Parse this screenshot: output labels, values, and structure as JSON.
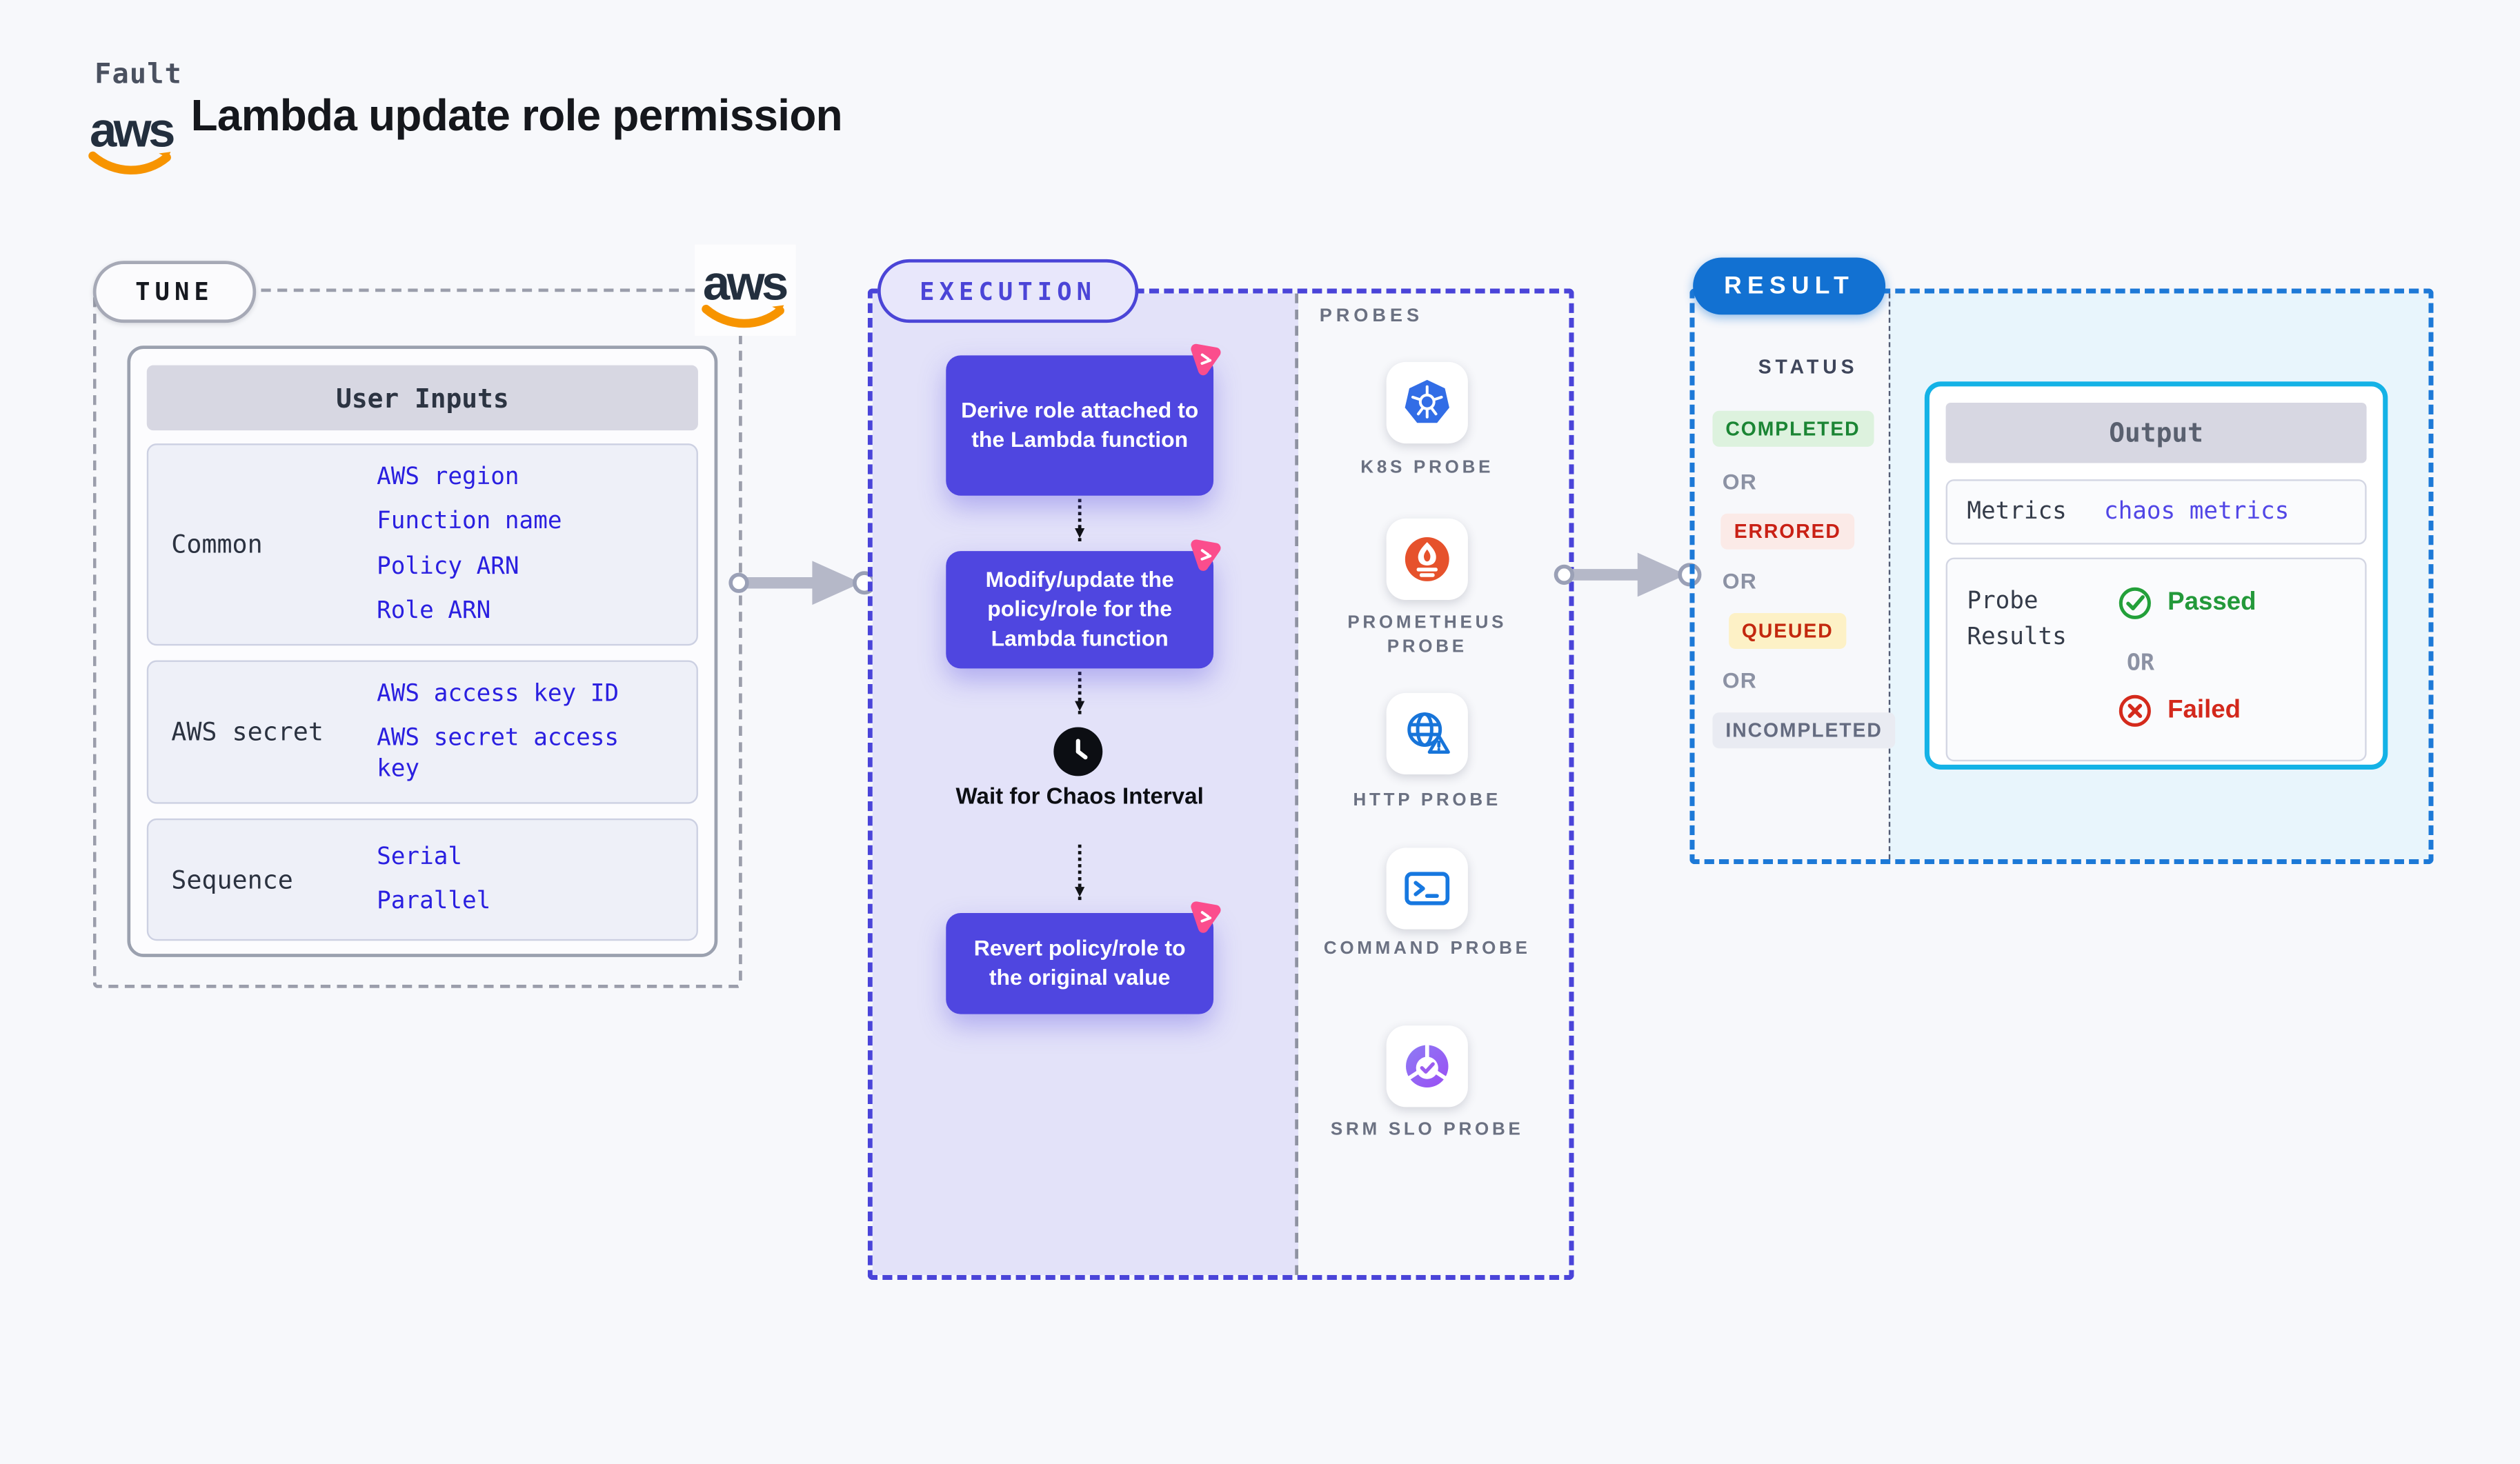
{
  "header": {
    "eyebrow": "Fault",
    "title": "Lambda update role permission",
    "aws_logo_text": "aws"
  },
  "tune": {
    "pill": "TUNE",
    "table": {
      "header": "User Inputs",
      "groups": [
        {
          "label": "Common",
          "values": [
            "AWS region",
            "Function name",
            "Policy ARN",
            "Role ARN"
          ]
        },
        {
          "label": "AWS secret",
          "values": [
            "AWS access key ID",
            "AWS secret access key"
          ]
        },
        {
          "label": "Sequence",
          "values": [
            "Serial",
            "Parallel"
          ]
        }
      ]
    }
  },
  "execution": {
    "pill": "EXECUTION",
    "steps": [
      "Derive role attached to the Lambda function",
      "Modify/update the policy/role for the Lambda function",
      "Revert policy/role to the original value"
    ],
    "wait_step": "Wait for Chaos Interval"
  },
  "probes": {
    "label": "PROBES",
    "items": [
      {
        "name": "K8S PROBE",
        "icon": "kubernetes-icon"
      },
      {
        "name": "PROMETHEUS PROBE",
        "icon": "prometheus-icon"
      },
      {
        "name": "HTTP PROBE",
        "icon": "http-globe-icon"
      },
      {
        "name": "COMMAND PROBE",
        "icon": "command-terminal-icon"
      },
      {
        "name": "SRM SLO PROBE",
        "icon": "srm-slo-icon"
      }
    ]
  },
  "result": {
    "pill": "RESULT",
    "status_label": "STATUS",
    "or_label": "OR",
    "statuses": [
      {
        "label": "COMPLETED",
        "fg": "#1b8534",
        "bg": "#ddf2de"
      },
      {
        "label": "ERRORED",
        "fg": "#c92015",
        "bg": "#fbeae7"
      },
      {
        "label": "QUEUED",
        "fg": "#c3280e",
        "bg": "#fdf1c6"
      },
      {
        "label": "INCOMPLETED",
        "fg": "#646b80",
        "bg": "#e9ebf2"
      }
    ],
    "output": {
      "header": "Output",
      "metrics_label": "Metrics",
      "metrics_value": "chaos metrics",
      "probe_results_label": "Probe Results",
      "passed_label": "Passed",
      "failed_label": "Failed"
    }
  },
  "colors": {
    "accent_indigo": "#4f46e0",
    "accent_blue": "#1271d2",
    "accent_cyan": "#14b2e6",
    "accent_pink": "#fb4d8d",
    "link_blue": "#2a1fe0",
    "passed_green": "#23993a",
    "failed_red": "#d3281c",
    "aws_orange": "#f79400"
  }
}
